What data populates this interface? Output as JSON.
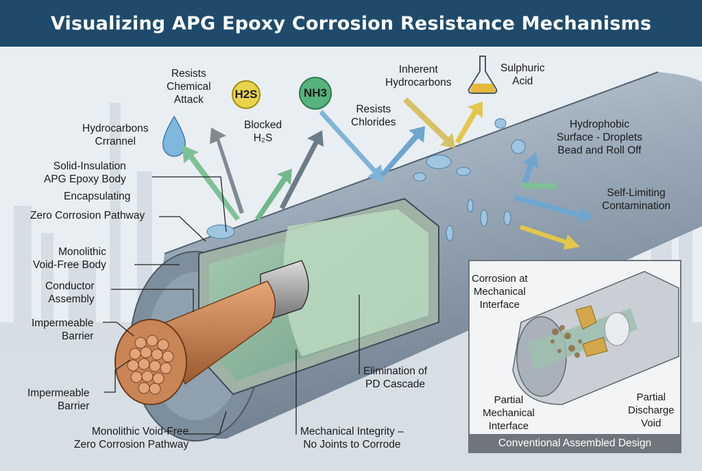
{
  "title": "Visualizing APG Epoxy Corrosion Resistance Mechanisms",
  "chemicals": {
    "h2s": "H2S",
    "nh3": "NH3"
  },
  "labels": {
    "resists_chemical_attack": "Resists\nChemical\nAttack",
    "blocked_h2s": "Blocked\nH₂S",
    "hydrocarbons_channel": "Hydrocarbons\nCrrannel",
    "inherent_hydrocarbons": "Inherent\nHydrocarbons",
    "sulphuric_acid": "Sulphuric\nAcid",
    "resists_chlorides": "Resists\nChlorides",
    "hydrophobic_surface": "Hydrophobic\nSurface - Droplets\nBead and Roll Off",
    "self_limiting": "Self-Limiting\nContamination",
    "solid_insulation": "Solid-Insulation\nAPG Epoxy Body",
    "encapsulating": "Encapsulating",
    "zero_corrosion_pathway": "Zero Corrosion Pathway",
    "monolithic_body": "Monolithic\nVoid-Free Body",
    "conductor_assembly": "Conductor\nAssembly",
    "impermeable_barrier_1": "Impermeable\nBarrier",
    "impermeable_barrier_2": "Impermeable\nBarrier",
    "monolithic_zero_corrosion": "Monolithic Void-Free\nZero Corrosion Pathway",
    "mechanical_integrity": "Mechanical Integrity –\nNo Joints to Corrode",
    "elimination_pd": "Elimination of\nPD Cascade"
  },
  "inset": {
    "title": "Conventional Assembled Design",
    "corrosion_interface": "Corrosion at\nMechanical\nInterface",
    "partial_mech_interface": "Partial\nMechanical\nInterface",
    "partial_discharge_void": "Partial\nDischarge\nVoid"
  }
}
